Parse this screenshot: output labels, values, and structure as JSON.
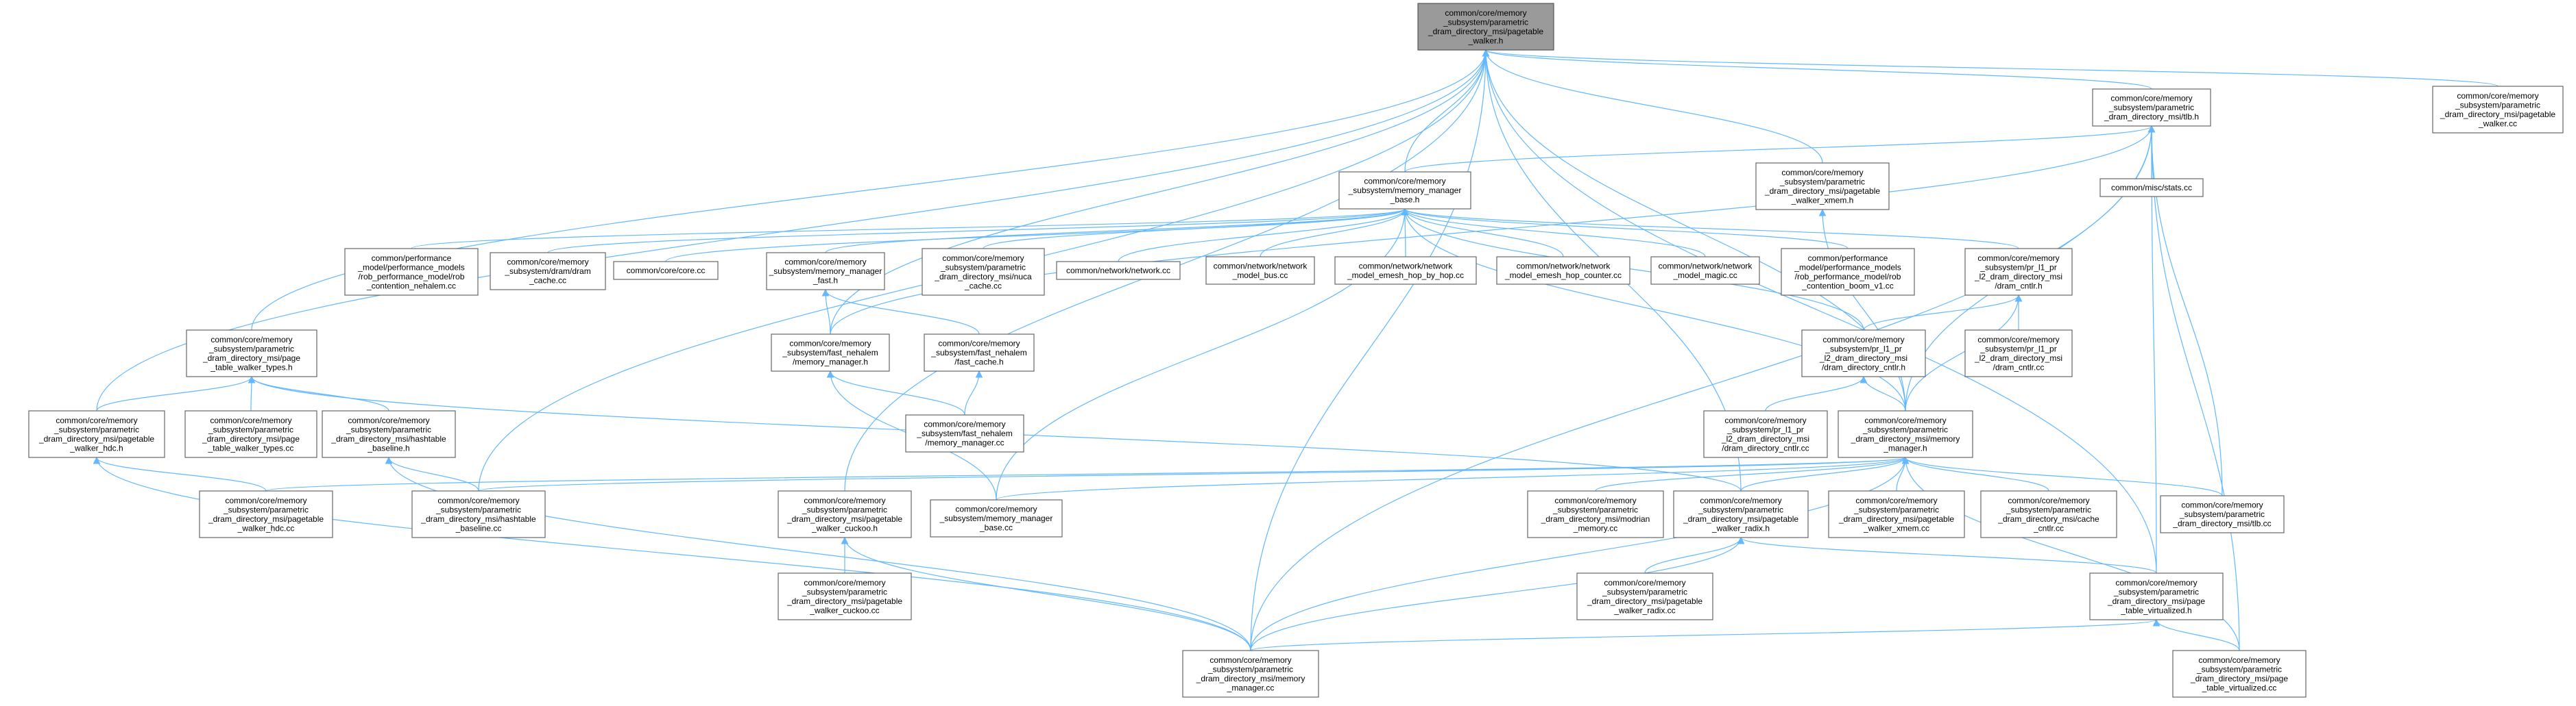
{
  "diagram": {
    "root_id": "pw_h",
    "nodes": [
      {
        "id": "pw_h",
        "label": [
          "common/core/memory",
          "_subsystem/parametric",
          "_dram_directory_msi/pagetable",
          "_walker.h"
        ]
      },
      {
        "id": "tlb_h",
        "label": [
          "common/core/memory",
          "_subsystem/parametric",
          "_dram_directory_msi/tlb.h"
        ]
      },
      {
        "id": "pw_cc",
        "label": [
          "common/core/memory",
          "_subsystem/parametric",
          "_dram_directory_msi/pagetable",
          "_walker.cc"
        ]
      },
      {
        "id": "mmb_h",
        "label": [
          "common/core/memory",
          "_subsystem/memory_manager",
          "_base.h"
        ]
      },
      {
        "id": "pw_xmem_h",
        "label": [
          "common/core/memory",
          "_subsystem/parametric",
          "_dram_directory_msi/pagetable",
          "_walker_xmem.h"
        ]
      },
      {
        "id": "stats_cc",
        "label": [
          "common/misc/stats.cc"
        ]
      },
      {
        "id": "rob_nehalem",
        "label": [
          "common/performance",
          "_model/performance_models",
          "/rob_performance_model/rob",
          "_contention_nehalem.cc"
        ]
      },
      {
        "id": "dram_cache",
        "label": [
          "common/core/memory",
          "_subsystem/dram/dram",
          "_cache.cc"
        ]
      },
      {
        "id": "core_cc",
        "label": [
          "common/core/core.cc"
        ]
      },
      {
        "id": "mm_fast_h",
        "label": [
          "common/core/memory",
          "_subsystem/memory_manager",
          "_fast.h"
        ]
      },
      {
        "id": "nuca_cache",
        "label": [
          "common/core/memory",
          "_subsystem/parametric",
          "_dram_directory_msi/nuca",
          "_cache.cc"
        ]
      },
      {
        "id": "network_cc",
        "label": [
          "common/network/network.cc"
        ]
      },
      {
        "id": "net_bus",
        "label": [
          "common/network/network",
          "_model_bus.cc"
        ]
      },
      {
        "id": "net_emesh_hbh",
        "label": [
          "common/network/network",
          "_model_emesh_hop_by_hop.cc"
        ]
      },
      {
        "id": "net_emesh_hc",
        "label": [
          "common/network/network",
          "_model_emesh_hop_counter.cc"
        ]
      },
      {
        "id": "net_magic",
        "label": [
          "common/network/network",
          "_model_magic.cc"
        ]
      },
      {
        "id": "rob_boom",
        "label": [
          "common/performance",
          "_model/performance_models",
          "/rob_performance_model/rob",
          "_contention_boom_v1.cc"
        ]
      },
      {
        "id": "cntlr_h",
        "label": [
          "common/core/memory",
          "_subsystem/pr_l1_pr",
          "_l2_dram_directory_msi",
          "/dram_cntlr.h"
        ]
      },
      {
        "id": "ptwt_h",
        "label": [
          "common/core/memory",
          "_subsystem/parametric",
          "_dram_directory_msi/page",
          "_table_walker_types.h"
        ]
      },
      {
        "id": "fn_mm_h",
        "label": [
          "common/core/memory",
          "_subsystem/fast_nehalem",
          "/memory_manager.h"
        ]
      },
      {
        "id": "fn_fc_h",
        "label": [
          "common/core/memory",
          "_subsystem/fast_nehalem",
          "/fast_cache.h"
        ]
      },
      {
        "id": "ddc_h",
        "label": [
          "common/core/memory",
          "_subsystem/pr_l1_pr",
          "_l2_dram_directory_msi",
          "/dram_directory_cntlr.h"
        ]
      },
      {
        "id": "cntlr_cc",
        "label": [
          "common/core/memory",
          "_subsystem/pr_l1_pr",
          "_l2_dram_directory_msi",
          "/dram_cntlr.cc"
        ]
      },
      {
        "id": "pw_hdc_h",
        "label": [
          "common/core/memory",
          "_subsystem/parametric",
          "_dram_directory_msi/pagetable",
          "_walker_hdc.h"
        ]
      },
      {
        "id": "ptwt_cc",
        "label": [
          "common/core/memory",
          "_subsystem/parametric",
          "_dram_directory_msi/page",
          "_table_walker_types.cc"
        ]
      },
      {
        "id": "hb_h",
        "label": [
          "common/core/memory",
          "_subsystem/parametric",
          "_dram_directory_msi/hashtable",
          "_baseline.h"
        ]
      },
      {
        "id": "fn_mm_cc",
        "label": [
          "common/core/memory",
          "_subsystem/fast_nehalem",
          "/memory_manager.cc"
        ]
      },
      {
        "id": "ddc_cc",
        "label": [
          "common/core/memory",
          "_subsystem/pr_l1_pr",
          "_l2_dram_directory_msi",
          "/dram_directory_cntlr.cc"
        ]
      },
      {
        "id": "mm_h",
        "label": [
          "common/core/memory",
          "_subsystem/parametric",
          "_dram_directory_msi/memory",
          "_manager.h"
        ]
      },
      {
        "id": "pw_hdc_cc",
        "label": [
          "common/core/memory",
          "_subsystem/parametric",
          "_dram_directory_msi/pagetable",
          "_walker_hdc.cc"
        ]
      },
      {
        "id": "hb_cc",
        "label": [
          "common/core/memory",
          "_subsystem/parametric",
          "_dram_directory_msi/hashtable",
          "_baseline.cc"
        ]
      },
      {
        "id": "pw_cuckoo_h",
        "label": [
          "common/core/memory",
          "_subsystem/parametric",
          "_dram_directory_msi/pagetable",
          "_walker_cuckoo.h"
        ]
      },
      {
        "id": "mmb_cc",
        "label": [
          "common/core/memory",
          "_subsystem/memory_manager",
          "_base.cc"
        ]
      },
      {
        "id": "modrian",
        "label": [
          "common/core/memory",
          "_subsystem/parametric",
          "_dram_directory_msi/modrian",
          "_memory.cc"
        ]
      },
      {
        "id": "pw_radix_h",
        "label": [
          "common/core/memory",
          "_subsystem/parametric",
          "_dram_directory_msi/pagetable",
          "_walker_radix.h"
        ]
      },
      {
        "id": "pw_xmem_cc",
        "label": [
          "common/core/memory",
          "_subsystem/parametric",
          "_dram_directory_msi/pagetable",
          "_walker_xmem.cc"
        ]
      },
      {
        "id": "cache_cntlr",
        "label": [
          "common/core/memory",
          "_subsystem/parametric",
          "_dram_directory_msi/cache",
          "_cntlr.cc"
        ]
      },
      {
        "id": "tlb_cc",
        "label": [
          "common/core/memory",
          "_subsystem/parametric",
          "_dram_directory_msi/tlb.cc"
        ]
      },
      {
        "id": "pw_cuckoo_cc",
        "label": [
          "common/core/memory",
          "_subsystem/parametric",
          "_dram_directory_msi/pagetable",
          "_walker_cuckoo.cc"
        ]
      },
      {
        "id": "pw_radix_cc",
        "label": [
          "common/core/memory",
          "_subsystem/parametric",
          "_dram_directory_msi/pagetable",
          "_walker_radix.cc"
        ]
      },
      {
        "id": "ptv_h",
        "label": [
          "common/core/memory",
          "_subsystem/parametric",
          "_dram_directory_msi/page",
          "_table_virtualized.h"
        ]
      },
      {
        "id": "mm_cc",
        "label": [
          "common/core/memory",
          "_subsystem/parametric",
          "_dram_directory_msi/memory",
          "_manager.cc"
        ]
      },
      {
        "id": "ptv_cc",
        "label": [
          "common/core/memory",
          "_subsystem/parametric",
          "_dram_directory_msi/page",
          "_table_virtualized.cc"
        ]
      }
    ],
    "edges": [
      [
        "tlb_h",
        "pw_h"
      ],
      [
        "pw_cc",
        "pw_h"
      ],
      [
        "mmb_h",
        "pw_h"
      ],
      [
        "pw_xmem_h",
        "pw_h"
      ],
      [
        "ptwt_h",
        "pw_h"
      ],
      [
        "fn_mm_h",
        "pw_h"
      ],
      [
        "pw_hdc_h",
        "pw_h"
      ],
      [
        "hb_cc",
        "pw_h"
      ],
      [
        "mm_h",
        "pw_h"
      ],
      [
        "pw_cuckoo_h",
        "pw_h"
      ],
      [
        "pw_radix_h",
        "pw_h"
      ],
      [
        "ptv_h",
        "pw_h"
      ],
      [
        "mm_cc",
        "pw_h"
      ],
      [
        "stats_cc",
        "tlb_h"
      ],
      [
        "mmb_h",
        "tlb_h"
      ],
      [
        "fn_mm_h",
        "tlb_h"
      ],
      [
        "mm_h",
        "tlb_h"
      ],
      [
        "tlb_cc",
        "tlb_h"
      ],
      [
        "ptv_h",
        "tlb_h"
      ],
      [
        "ptv_cc",
        "tlb_h"
      ],
      [
        "mm_cc",
        "tlb_h"
      ],
      [
        "rob_nehalem",
        "mmb_h"
      ],
      [
        "dram_cache",
        "mmb_h"
      ],
      [
        "core_cc",
        "mmb_h"
      ],
      [
        "mm_fast_h",
        "mmb_h"
      ],
      [
        "nuca_cache",
        "mmb_h"
      ],
      [
        "network_cc",
        "mmb_h"
      ],
      [
        "net_bus",
        "mmb_h"
      ],
      [
        "net_emesh_hbh",
        "mmb_h"
      ],
      [
        "net_emesh_hc",
        "mmb_h"
      ],
      [
        "net_magic",
        "mmb_h"
      ],
      [
        "rob_boom",
        "mmb_h"
      ],
      [
        "cntlr_h",
        "mmb_h"
      ],
      [
        "ddc_h",
        "mmb_h"
      ],
      [
        "mm_h",
        "mmb_h"
      ],
      [
        "mmb_cc",
        "mmb_h"
      ],
      [
        "mm_h",
        "pw_xmem_h"
      ],
      [
        "fn_mm_h",
        "mm_fast_h"
      ],
      [
        "fn_fc_h",
        "mm_fast_h"
      ],
      [
        "ddc_h",
        "cntlr_h"
      ],
      [
        "cntlr_cc",
        "cntlr_h"
      ],
      [
        "mm_h",
        "cntlr_h"
      ],
      [
        "pw_hdc_h",
        "ptwt_h"
      ],
      [
        "ptwt_cc",
        "ptwt_h"
      ],
      [
        "hb_h",
        "ptwt_h"
      ],
      [
        "pw_radix_h",
        "ptwt_h"
      ],
      [
        "fn_mm_cc",
        "fn_mm_h"
      ],
      [
        "mmb_cc",
        "fn_mm_h"
      ],
      [
        "fn_mm_cc",
        "fn_fc_h"
      ],
      [
        "ddc_cc",
        "ddc_h"
      ],
      [
        "mm_h",
        "ddc_h"
      ],
      [
        "pw_hdc_cc",
        "pw_hdc_h"
      ],
      [
        "mm_cc",
        "pw_hdc_h"
      ],
      [
        "hb_cc",
        "hb_h"
      ],
      [
        "mm_cc",
        "hb_h"
      ],
      [
        "pw_hdc_cc",
        "mm_h"
      ],
      [
        "hb_cc",
        "mm_h"
      ],
      [
        "mmb_cc",
        "mm_h"
      ],
      [
        "modrian",
        "mm_h"
      ],
      [
        "pw_radix_h",
        "mm_h"
      ],
      [
        "pw_xmem_cc",
        "mm_h"
      ],
      [
        "cache_cntlr",
        "mm_h"
      ],
      [
        "tlb_cc",
        "mm_h"
      ],
      [
        "mm_cc",
        "mm_h"
      ],
      [
        "ptv_cc",
        "mm_h"
      ],
      [
        "pw_cuckoo_cc",
        "pw_cuckoo_h"
      ],
      [
        "mm_cc",
        "pw_cuckoo_h"
      ],
      [
        "pw_radix_cc",
        "pw_radix_h"
      ],
      [
        "ptv_h",
        "pw_radix_h"
      ],
      [
        "mm_cc",
        "pw_radix_h"
      ],
      [
        "mm_cc",
        "ptv_h"
      ],
      [
        "ptv_cc",
        "ptv_h"
      ]
    ]
  }
}
